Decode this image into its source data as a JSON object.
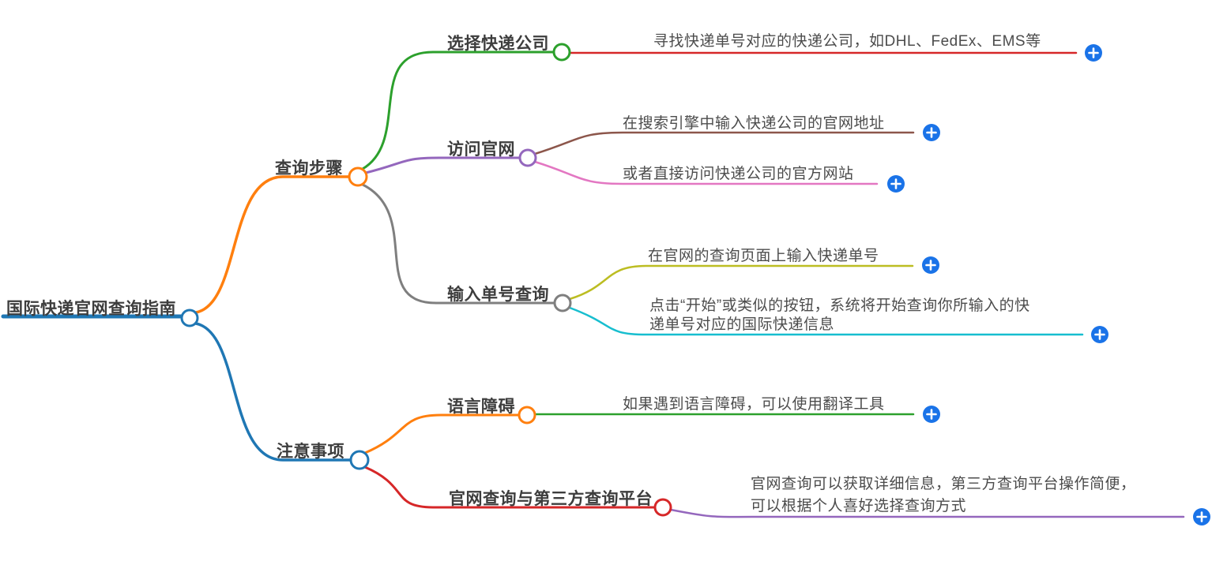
{
  "diagram": {
    "type": "mindmap",
    "root": {
      "label": "国际快递官网查询指南"
    },
    "branches": [
      {
        "label": "查询步骤",
        "children": [
          {
            "label": "选择快递公司",
            "leaves": [
              {
                "line1": "寻找快递单号对应的快递公司，如DHL、FedEx、EMS等",
                "line2": ""
              }
            ]
          },
          {
            "label": "访问官网",
            "leaves": [
              {
                "line1": "在搜索引擎中输入快递公司的官网地址",
                "line2": ""
              },
              {
                "line1": "或者直接访问快递公司的官方网站",
                "line2": ""
              }
            ]
          },
          {
            "label": "输入单号查询",
            "leaves": [
              {
                "line1": "在官网的查询页面上输入快递单号",
                "line2": ""
              },
              {
                "line1": "点击“开始”或类似的按钮，系统将开始查询你所输入的快",
                "line2": "递单号对应的国际快递信息"
              }
            ]
          }
        ]
      },
      {
        "label": "注意事项",
        "children": [
          {
            "label": "语言障碍",
            "leaves": [
              {
                "line1": "如果遇到语言障碍，可以使用翻译工具",
                "line2": ""
              }
            ]
          },
          {
            "label": "官网查询与第三方查询平台",
            "leaves": [
              {
                "line1": "官网查询可以获取详细信息，第三方查询平台操作简便，",
                "line2": "可以根据个人喜好选择查询方式"
              }
            ]
          }
        ]
      }
    ],
    "icons": {
      "plus": "plus-icon"
    },
    "colors": {
      "blue": "#1f77b4",
      "orange": "#ff7f0e",
      "green": "#2ca02c",
      "red": "#d62728",
      "purple": "#9467bd",
      "brown": "#8c564b",
      "pink": "#e377c2",
      "gray": "#7f7f7f",
      "olive": "#bcbd22",
      "cyan": "#17becf",
      "plus_button": "#1a73e8",
      "node_fill": "#ffffff",
      "label_text": "#3d3d3d",
      "leaf_text": "#4c4c4c"
    }
  }
}
